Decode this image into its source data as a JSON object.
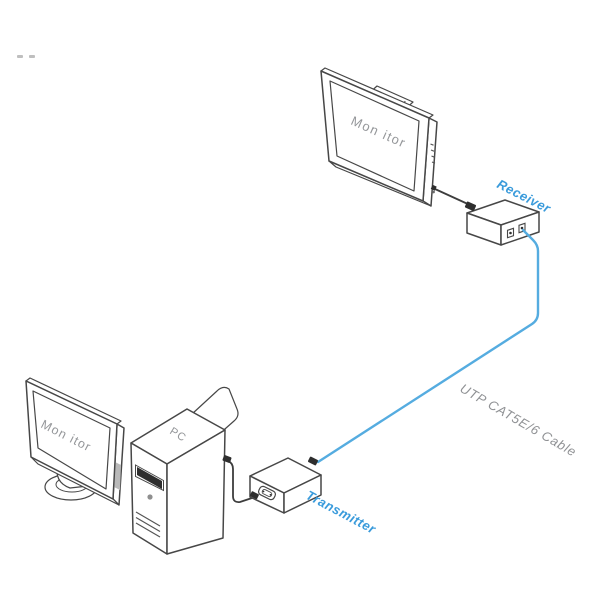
{
  "colors": {
    "line": "#474747",
    "accent": "#55ace0",
    "accent-text": "#3a9bdb",
    "muted": "#95979a",
    "bg": "#ffffff"
  },
  "labels": {
    "monitor_top": "Mon itor",
    "monitor_bottom": "Mon itor",
    "pc": "PC",
    "receiver": "Receiver",
    "transmitter": "Transmitter",
    "utp_cable": "UTP CAT5E/6 Cable"
  }
}
